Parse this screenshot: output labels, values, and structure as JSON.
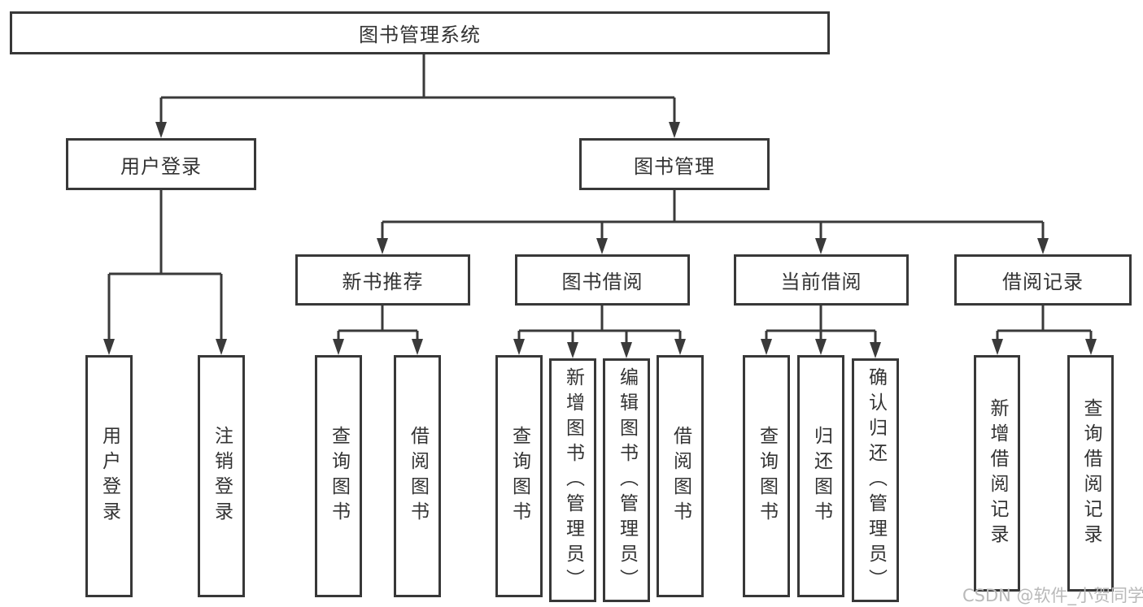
{
  "tree": {
    "label": "图书管理系统",
    "children": [
      {
        "label": "用户登录",
        "children": [
          {
            "label": "用户登录"
          },
          {
            "label": "注销登录"
          }
        ]
      },
      {
        "label": "图书管理",
        "children": [
          {
            "label": "新书推荐",
            "children": [
              {
                "label": "查询图书"
              },
              {
                "label": "借阅图书"
              }
            ]
          },
          {
            "label": "图书借阅",
            "children": [
              {
                "label": "查询图书"
              },
              {
                "label": "新增图书（管理员）"
              },
              {
                "label": "编辑图书（管理员）"
              },
              {
                "label": "借阅图书"
              }
            ]
          },
          {
            "label": "当前借阅",
            "children": [
              {
                "label": "查询图书"
              },
              {
                "label": "归还图书"
              },
              {
                "label": "确认归还（管理员）"
              }
            ]
          },
          {
            "label": "借阅记录",
            "children": [
              {
                "label": "新增借阅记录"
              },
              {
                "label": "查询借阅记录"
              }
            ]
          }
        ]
      }
    ]
  },
  "watermark": {
    "text": "CSDN @软件_小贺同学"
  },
  "colors": {
    "line": "#3a3a3a",
    "box_border": "#383838",
    "box_background": "#ffffff",
    "text": "#333333",
    "watermark_text": "#b9b9b9",
    "page_background": "#ffffff"
  }
}
